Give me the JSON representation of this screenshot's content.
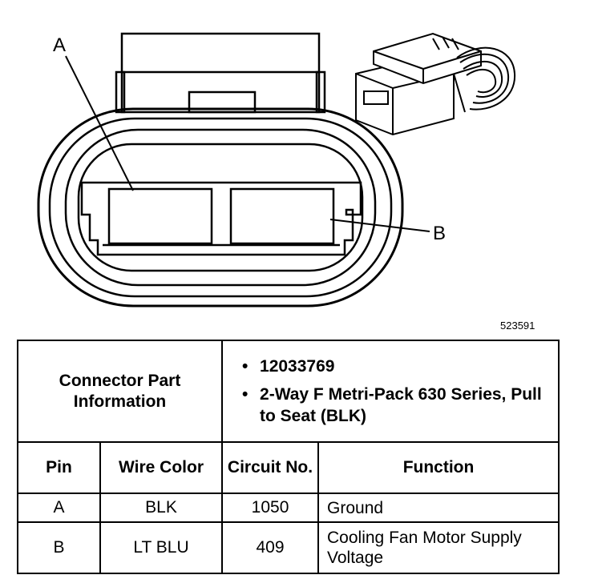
{
  "diagram": {
    "pin_labels": {
      "a": "A",
      "b": "B"
    },
    "image_code": "523591"
  },
  "connector_info": {
    "title": "Connector Part Information",
    "bullets": [
      "12033769",
      "2-Way F Metri-Pack 630 Series, Pull to Seat (BLK)"
    ]
  },
  "table": {
    "headers": {
      "pin": "Pin",
      "wire_color": "Wire Color",
      "circuit_no": "Circuit No.",
      "function": "Function"
    },
    "rows": [
      {
        "pin": "A",
        "wire_color": "BLK",
        "circuit": "1050",
        "function": "Ground"
      },
      {
        "pin": "B",
        "wire_color": "LT BLU",
        "circuit": "409",
        "function": "Cooling Fan Motor Supply Voltage"
      }
    ]
  }
}
